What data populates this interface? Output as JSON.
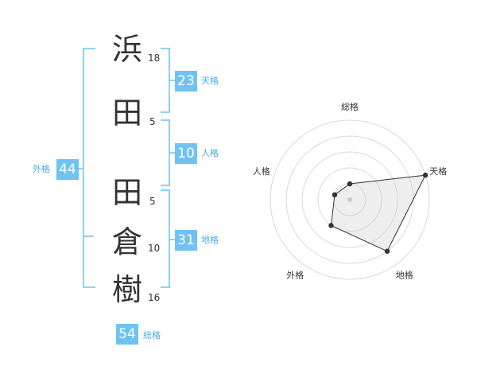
{
  "name": {
    "chars": [
      {
        "char": "浜",
        "strokes": "18"
      },
      {
        "char": "田",
        "strokes": "5"
      },
      {
        "char": "田",
        "strokes": "5"
      },
      {
        "char": "倉",
        "strokes": "10"
      },
      {
        "char": "樹",
        "strokes": "16"
      }
    ]
  },
  "fortunes": {
    "tenkaku": {
      "value": "23",
      "label": "天格"
    },
    "jinkaku": {
      "value": "10",
      "label": "人格"
    },
    "chikaku": {
      "value": "31",
      "label": "地格"
    },
    "gaikaku": {
      "value": "44",
      "label": "外格"
    },
    "soukaku": {
      "value": "54",
      "label": "総格"
    }
  },
  "colors": {
    "accent": "#6ec3f4",
    "bracket": "#8fd0f7",
    "label": "#49a8e6"
  },
  "chart_data": {
    "type": "radar",
    "axes": [
      "総格",
      "天格",
      "地格",
      "外格",
      "人格"
    ],
    "values": [
      1,
      5,
      4,
      2,
      1
    ],
    "range": [
      0,
      5
    ]
  }
}
